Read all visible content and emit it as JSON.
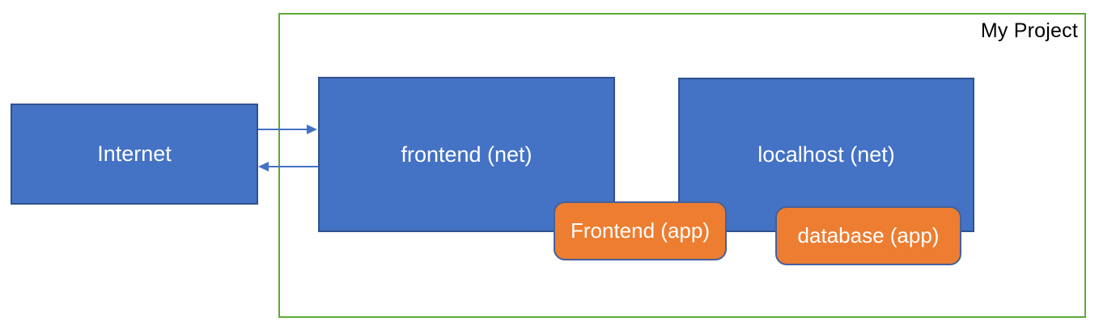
{
  "diagram": {
    "title": "My Project",
    "nodes": {
      "internet": {
        "label": "Internet"
      },
      "frontend_net": {
        "label": "frontend (net)"
      },
      "localhost_net": {
        "label": "localhost (net)"
      },
      "frontend_app": {
        "label": "Frontend (app)"
      },
      "database_app": {
        "label": "database (app)"
      }
    },
    "edges": [
      {
        "from": "internet",
        "to": "frontend_net",
        "direction": "right"
      },
      {
        "from": "frontend_net",
        "to": "internet",
        "direction": "left"
      }
    ],
    "colors": {
      "net_fill": "#4472C4",
      "net_border": "#2F528F",
      "app_fill": "#ED7D31",
      "app_border": "#44619B",
      "container_border": "#5FA838",
      "arrow": "#4472C4",
      "node_text": "#FFFFFF",
      "title_text": "#000000"
    }
  }
}
